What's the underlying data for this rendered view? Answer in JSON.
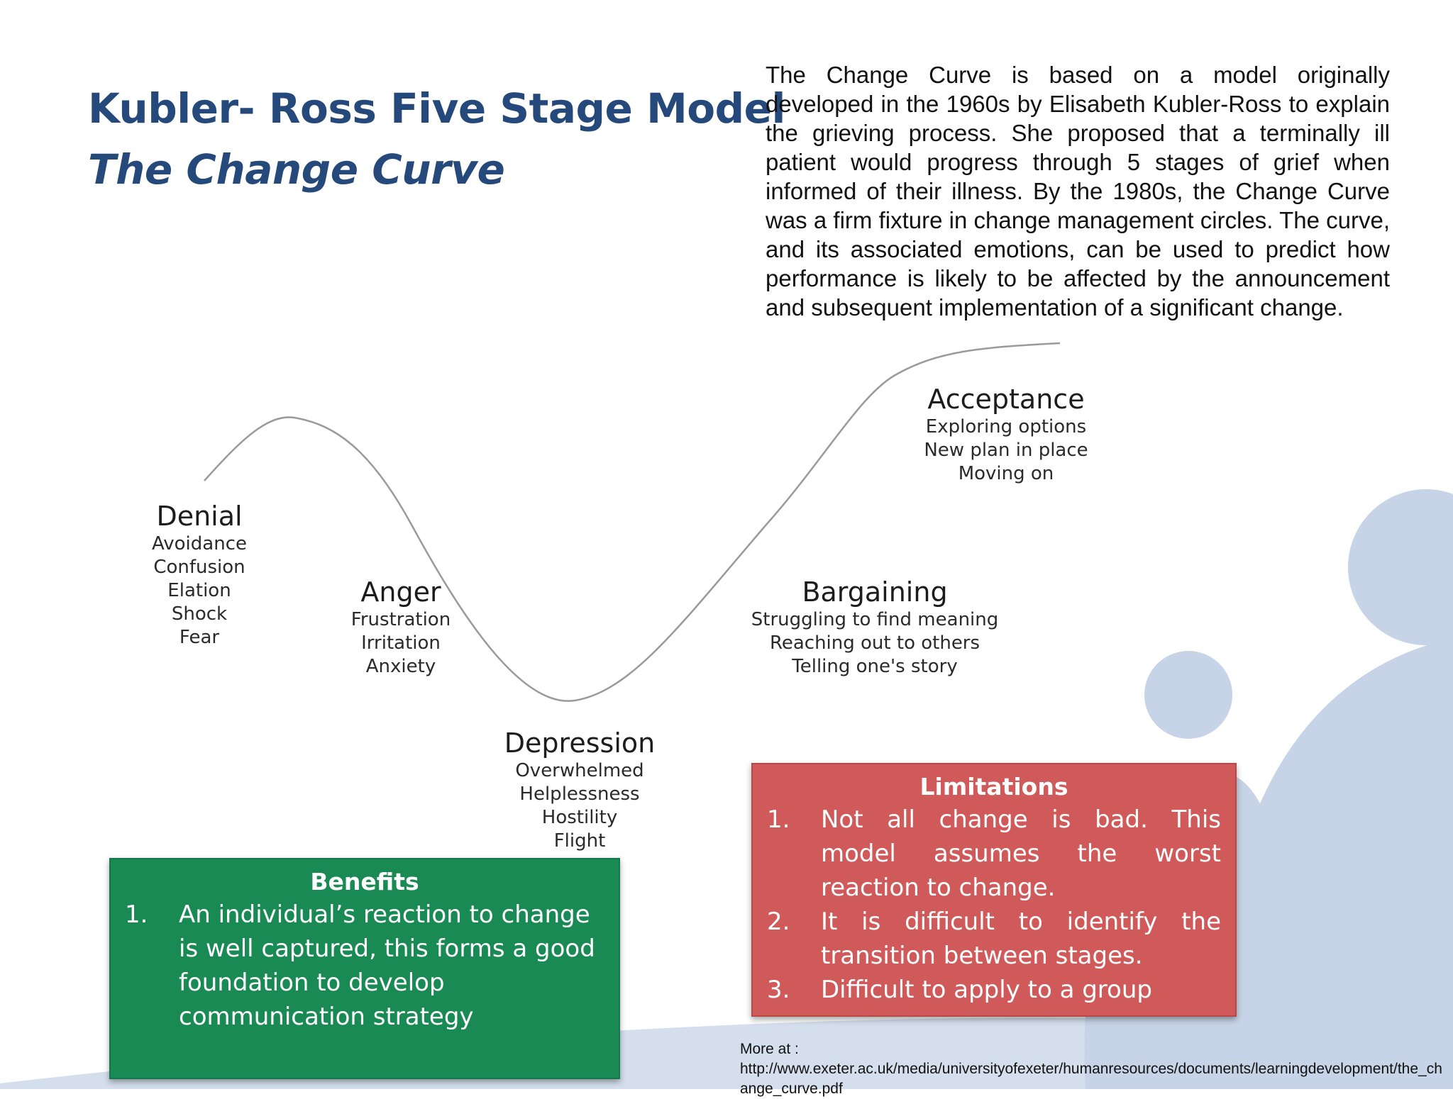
{
  "title": {
    "main": "Kubler- Ross Five Stage Model",
    "sub": "The Change Curve"
  },
  "intro": "The Change Curve is based on a model originally developed in the 1960s by Elisabeth Kubler-Ross to explain the grieving process. She proposed that a terminally ill patient would progress through 5 stages of grief when informed of their illness. By the 1980s, the Change Curve was a firm fixture in change management circles. The curve, and its associated emotions, can be used to predict how performance is likely to be affected by the announcement and subsequent implementation of a significant change.",
  "stages": {
    "denial": {
      "name": "Denial",
      "emotions": [
        "Avoidance",
        "Confusion",
        "Elation",
        "Shock",
        "Fear"
      ]
    },
    "anger": {
      "name": "Anger",
      "emotions": [
        "Frustration",
        "Irritation",
        "Anxiety"
      ]
    },
    "depression": {
      "name": "Depression",
      "emotions": [
        "Overwhelmed",
        "Helplessness",
        "Hostility",
        "Flight"
      ]
    },
    "bargaining": {
      "name": "Bargaining",
      "emotions": [
        "Struggling to find meaning",
        "Reaching out to others",
        "Telling one's story"
      ]
    },
    "acceptance": {
      "name": "Acceptance",
      "emotions": [
        "Exploring options",
        "New plan in place",
        "Moving on"
      ]
    }
  },
  "benefits": {
    "heading": "Benefits",
    "items": [
      {
        "num": "1.",
        "text": "An individual’s reaction to change is well captured, this forms a good foundation to develop communication strategy"
      }
    ]
  },
  "limitations": {
    "heading": "Limitations",
    "items": [
      {
        "num": "1.",
        "text": "Not all change is bad. This model assumes the worst reaction to change."
      },
      {
        "num": "2.",
        "text": "It is difficult to identify the transition between stages."
      },
      {
        "num": "3.",
        "text": "Difficult to apply to a group"
      }
    ]
  },
  "more": {
    "label": "More at :",
    "url": "http://www.exeter.ac.uk/media/universityofexeter/humanresources/documents/learningdevelopment/the_change_curve.pdf"
  },
  "colors": {
    "title": "#24497a",
    "benefits_bg": "#1a8a55",
    "limitations_bg": "#d05a5a",
    "decor_blue": "#c7d3e6",
    "curve": "#9a9a9a"
  }
}
